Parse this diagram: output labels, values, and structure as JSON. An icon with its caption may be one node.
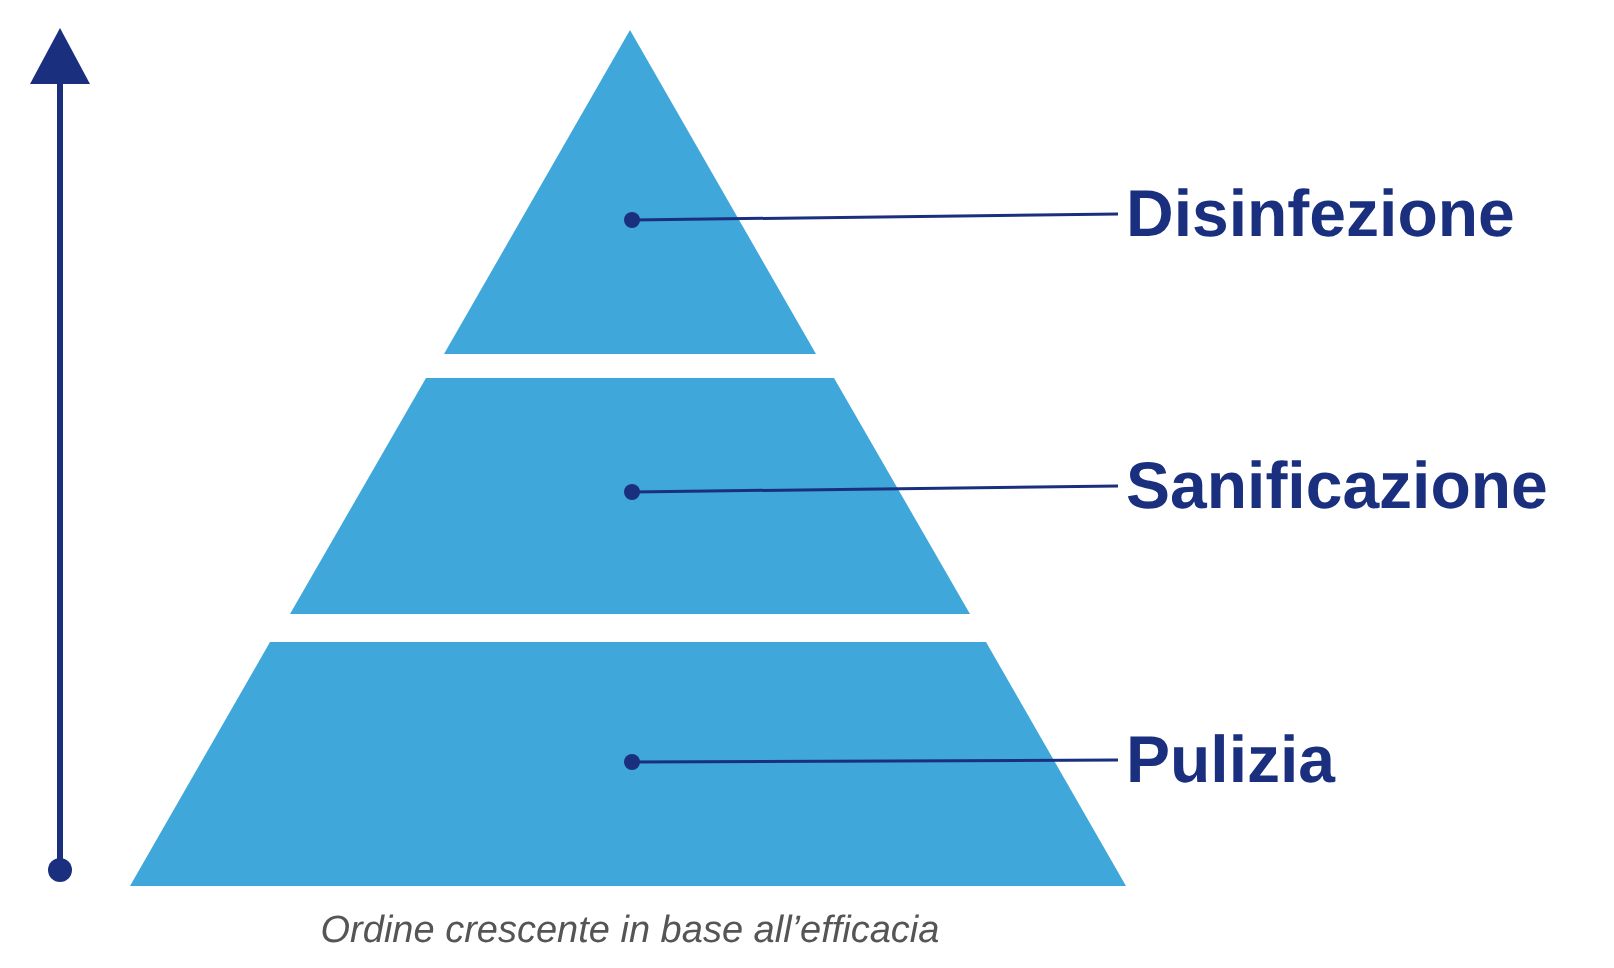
{
  "diagram": {
    "caption": "Ordine crescente in base all’efficacia",
    "nodes": [
      {
        "text": [],
        "shape": "triangle"
      },
      {
        "text": [],
        "shape": "trapezoid"
      },
      {
        "text": [],
        "shape": "trapezoid"
      },
      {
        "text": [
          "Disinfezione"
        ]
      },
      {
        "text": [
          "Sanificazione"
        ]
      },
      {
        "text": [
          "Pulizia"
        ]
      }
    ],
    "edges": [
      {
        "from": 3,
        "to": 0,
        "arrow": "other"
      },
      {
        "from": 4,
        "to": 1,
        "arrow": "other"
      },
      {
        "from": 5,
        "to": 2,
        "arrow": "other"
      }
    ]
  }
}
